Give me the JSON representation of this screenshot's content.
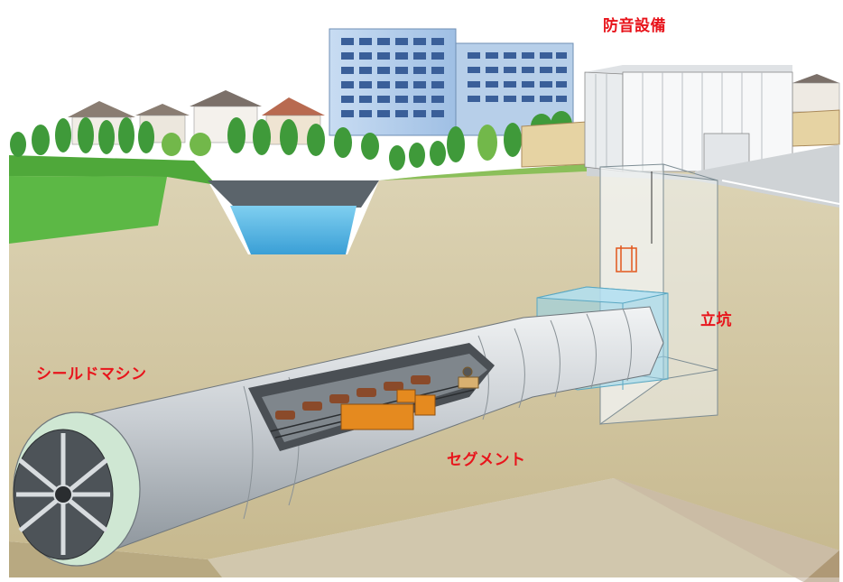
{
  "labels": {
    "soundproof_facility": "防音設備",
    "vertical_shaft": "立坑",
    "shield_machine": "シールドマシン",
    "segment": "セグメント"
  },
  "colors": {
    "label": "#e8141b",
    "soil": "#d9cfb0",
    "soil_dark": "#b8a981",
    "grass": "#4fa83a",
    "water": "#5bb8e6",
    "tunnel_shell": "#c9ced3",
    "machine_orange": "#e58a1f",
    "shaft_glass": "#8fd3ec"
  }
}
